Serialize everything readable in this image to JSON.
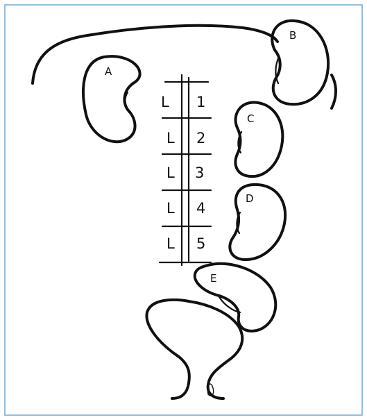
{
  "colors": {
    "border": "#6fa8d6",
    "ink": "#111111",
    "background": "#ffffff"
  },
  "kidneys": {
    "a": "A",
    "b": "B",
    "c": "C",
    "d": "D",
    "e": "E"
  },
  "vertebrae": [
    {
      "letter": "L",
      "number": "1"
    },
    {
      "letter": "L",
      "number": "2"
    },
    {
      "letter": "L",
      "number": "3"
    },
    {
      "letter": "L",
      "number": "4"
    },
    {
      "letter": "L",
      "number": "5"
    }
  ]
}
